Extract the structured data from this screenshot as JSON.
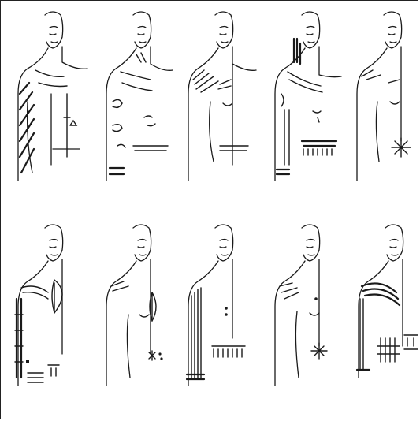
{
  "plate": {
    "figure_count": 10,
    "rows": 2,
    "columns": 5,
    "ink_color": "#1a1a1a",
    "background_color": "#ffffff",
    "border_color": "#222222"
  },
  "figures": [
    {
      "motif": "banded-arm-stripes"
    },
    {
      "motif": "arm-scrollwork"
    },
    {
      "motif": "shoulder-rays"
    },
    {
      "motif": "shoulder-fringe-arm-bands"
    },
    {
      "motif": "chest-line-star"
    },
    {
      "motif": "leaf-shoulder-hanging-bands"
    },
    {
      "motif": "chest-leaf-line"
    },
    {
      "motif": "striped-sleeve"
    },
    {
      "motif": "chest-line-star"
    },
    {
      "motif": "shaded-shoulder-hanging-marks"
    }
  ]
}
